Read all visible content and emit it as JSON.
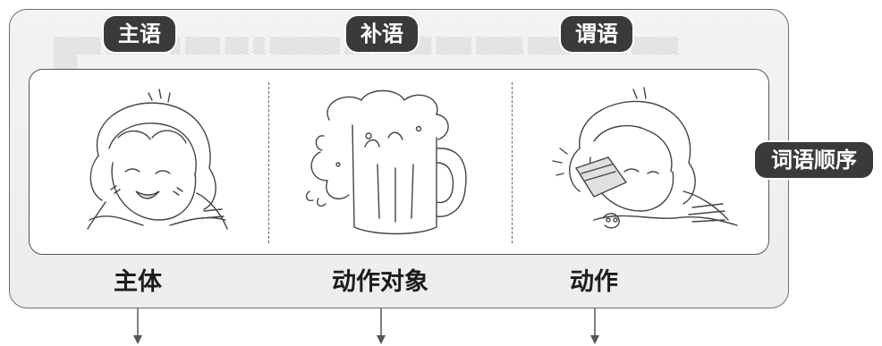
{
  "labels": {
    "subject_tag": "主语",
    "complement_tag": "补语",
    "predicate_tag": "谓语",
    "word_order_tag": "词语顺序"
  },
  "captions": {
    "subject": "主体",
    "object": "动作对象",
    "action": "动作"
  },
  "colors": {
    "pill_bg": "#3a3a3a",
    "outer_bg": "#efefef",
    "line": "#555555"
  }
}
